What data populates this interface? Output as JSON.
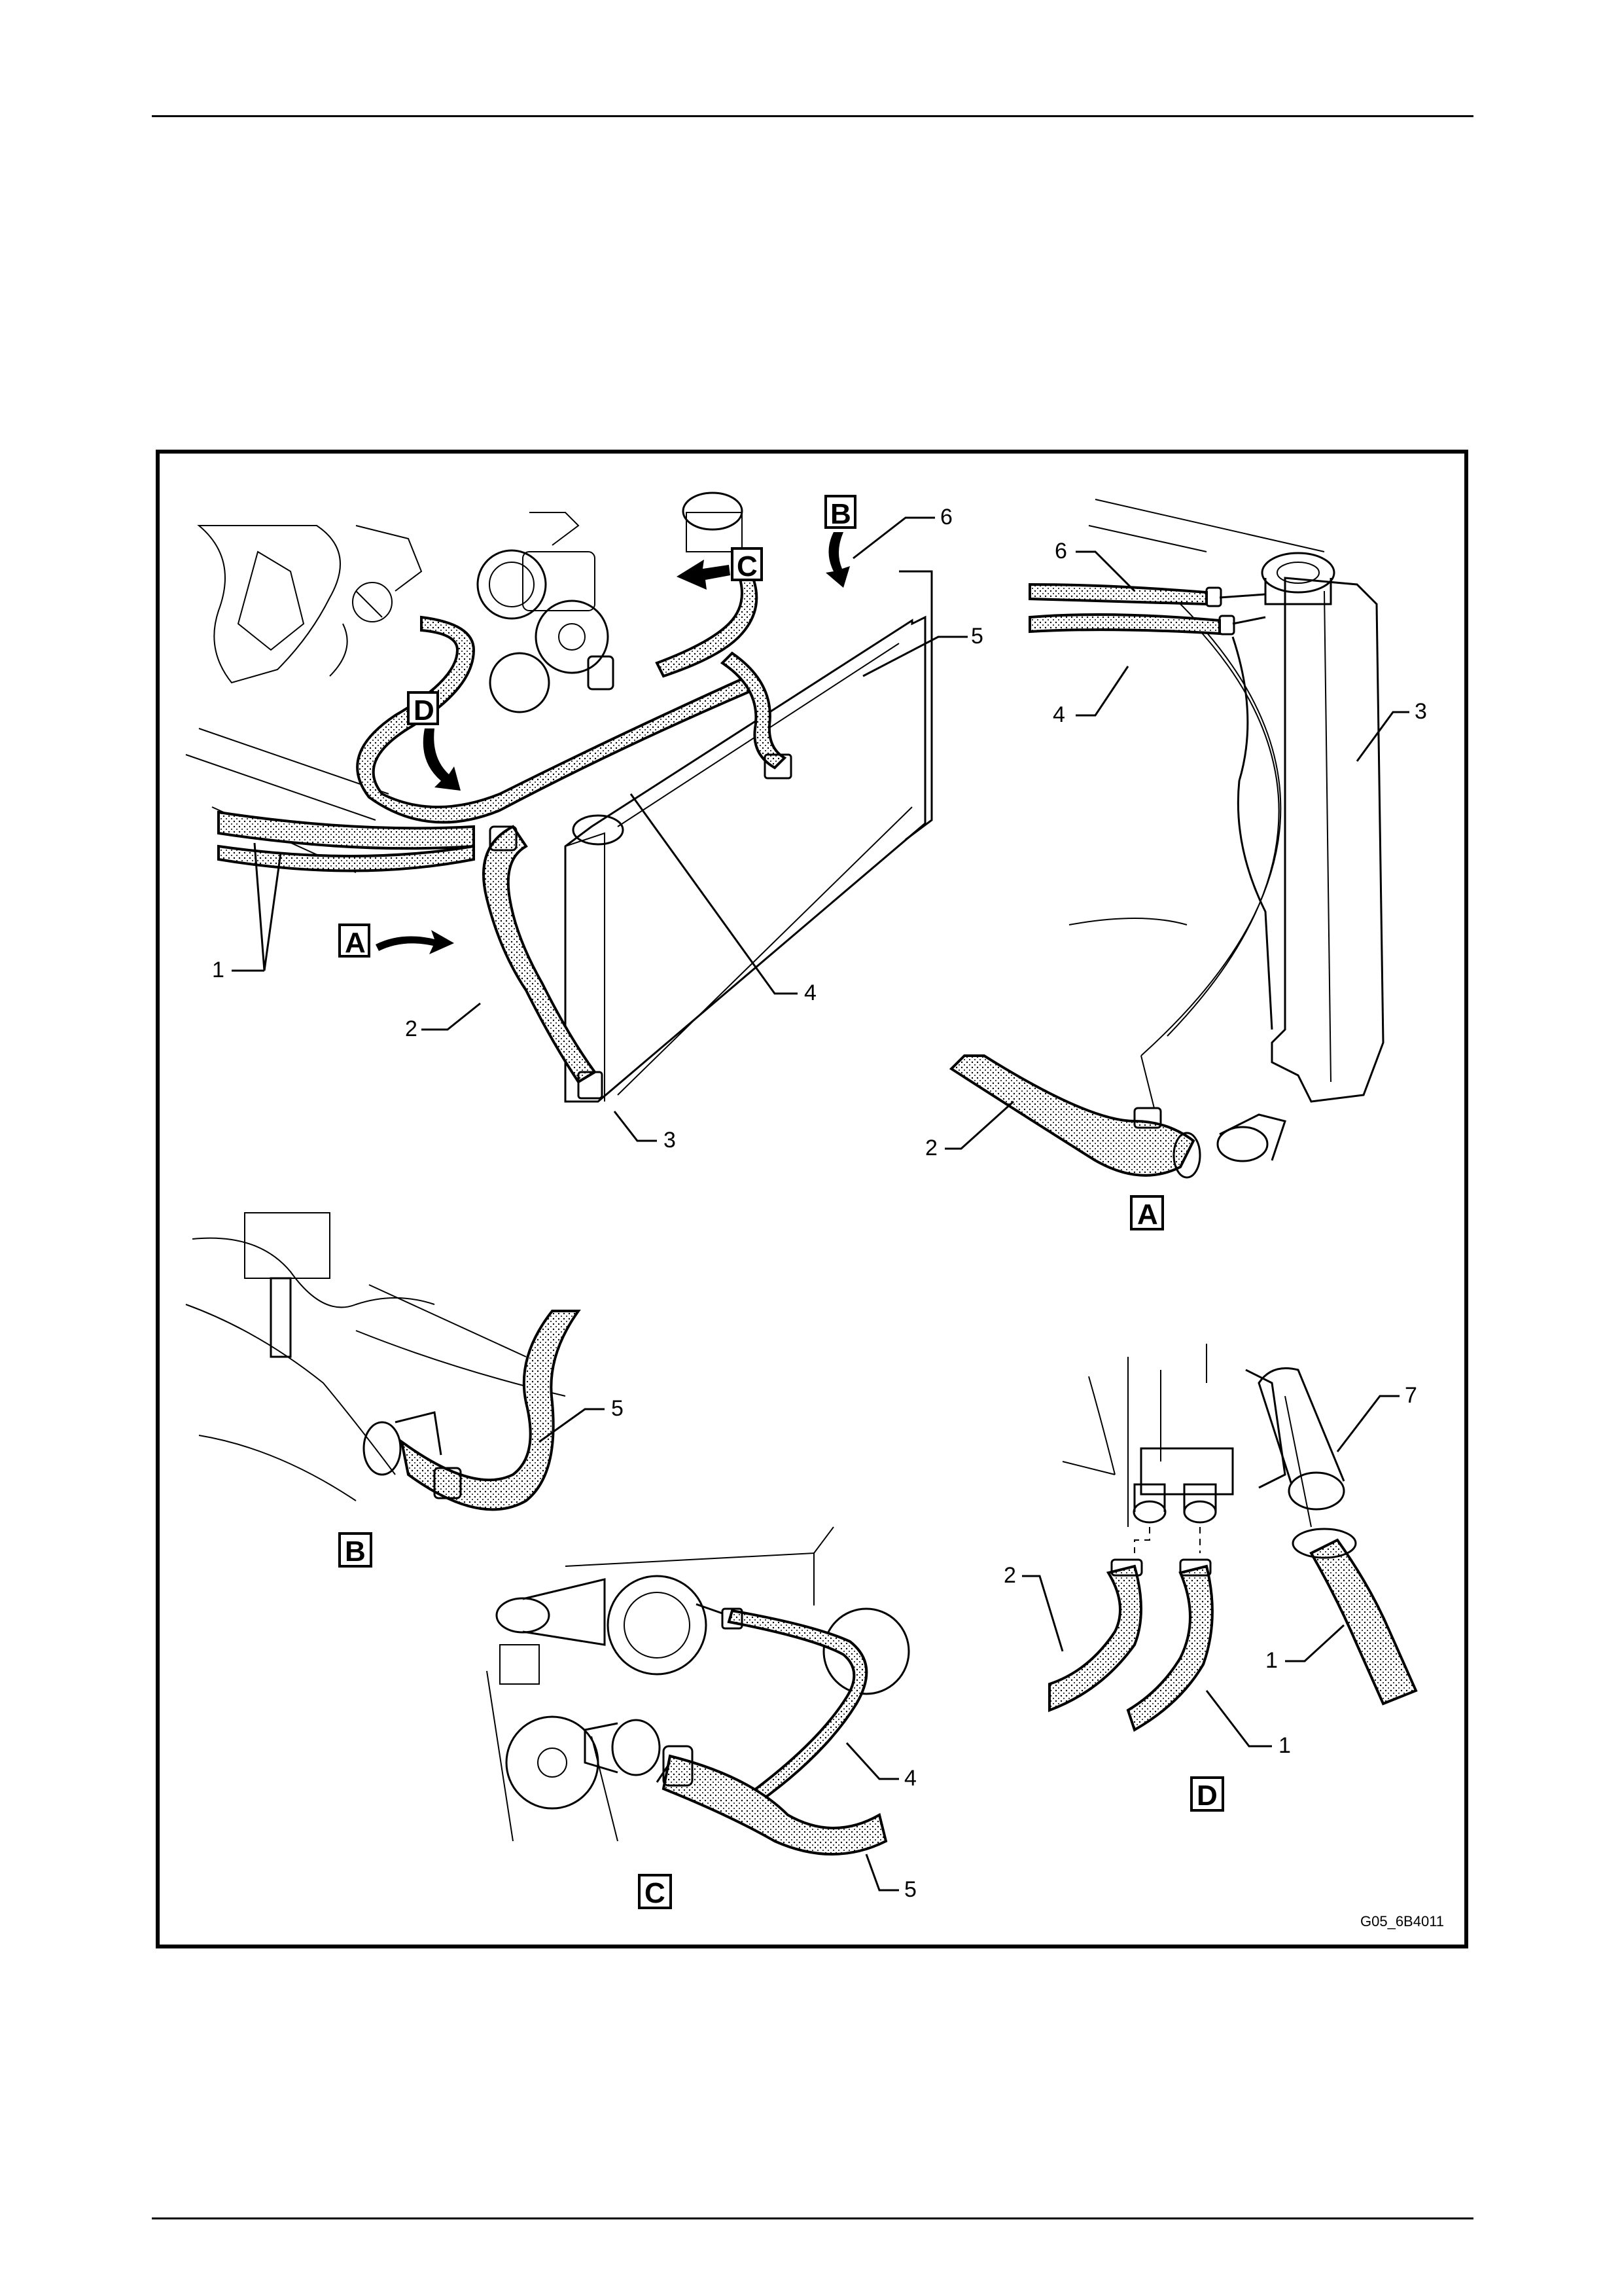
{
  "figure": {
    "code": "G05_6B4011",
    "views": {
      "A": "A",
      "B": "B",
      "C": "C",
      "D": "D"
    },
    "main_view": {
      "callouts": [
        "1",
        "2",
        "3",
        "4",
        "5",
        "6"
      ]
    },
    "view_a": {
      "callouts": [
        "6",
        "4",
        "3",
        "2"
      ]
    },
    "view_b": {
      "callouts": [
        "5"
      ]
    },
    "view_c": {
      "callouts": [
        "4",
        "5"
      ]
    },
    "view_d": {
      "callouts": [
        "7",
        "1",
        "2",
        "1"
      ]
    }
  }
}
